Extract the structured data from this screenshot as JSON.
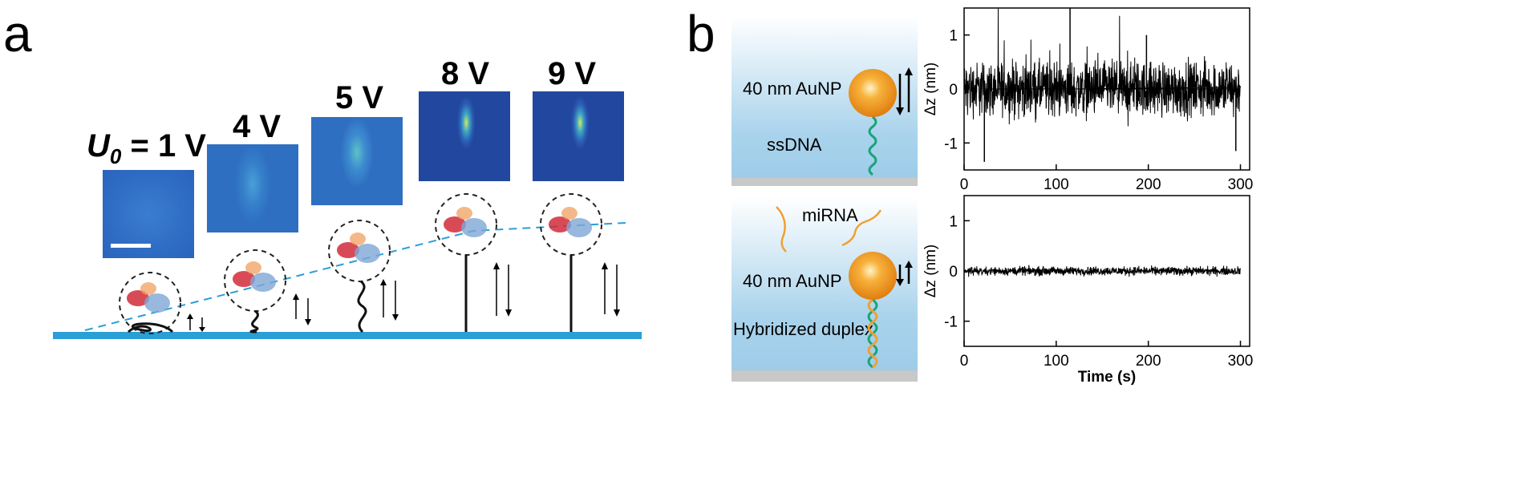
{
  "panel_a": {
    "letter": "a",
    "voltage_prefix": "U",
    "voltage_sub": "0",
    "voltage_eq": " = 1 V",
    "voltages": [
      "4 V",
      "5 V",
      "8 V",
      "9 V"
    ]
  },
  "panel_b": {
    "letter": "b",
    "top_schematic": {
      "particle_label": "40 nm AuNP",
      "strand_label": "ssDNA"
    },
    "bottom_schematic": {
      "target_label": "miRNA",
      "particle_label": "40 nm AuNP",
      "strand_label": "Hybridized duplex"
    }
  },
  "colors": {
    "substrate": "#2a9fd6",
    "gold": "#f39a1c",
    "ssdna": "#1aa37a",
    "mirna": "#f0a030",
    "water_top": "#ffffff",
    "water_bottom": "#a9d3ec"
  },
  "chart_data": [
    {
      "type": "line",
      "xlabel": "",
      "ylabel": "Δz (nm)",
      "xlim": [
        0,
        310
      ],
      "ylim": [
        -1.5,
        1.5
      ],
      "xticks": [
        0,
        100,
        200,
        300
      ],
      "yticks": [
        1,
        0,
        -1
      ],
      "noise_amplitude_nm": 0.35,
      "spikes": [
        {
          "x": 115,
          "y": 1.5
        },
        {
          "x": 22,
          "y": -1.35
        },
        {
          "x": 198,
          "y": 1.0
        },
        {
          "x": 295,
          "y": -1.15
        }
      ]
    },
    {
      "type": "line",
      "xlabel": "Time (s)",
      "ylabel": "Δz (nm)",
      "xlim": [
        0,
        310
      ],
      "ylim": [
        -1.5,
        1.5
      ],
      "xticks": [
        0,
        100,
        200,
        300
      ],
      "yticks": [
        1,
        0,
        -1
      ],
      "noise_amplitude_nm": 0.06
    }
  ]
}
